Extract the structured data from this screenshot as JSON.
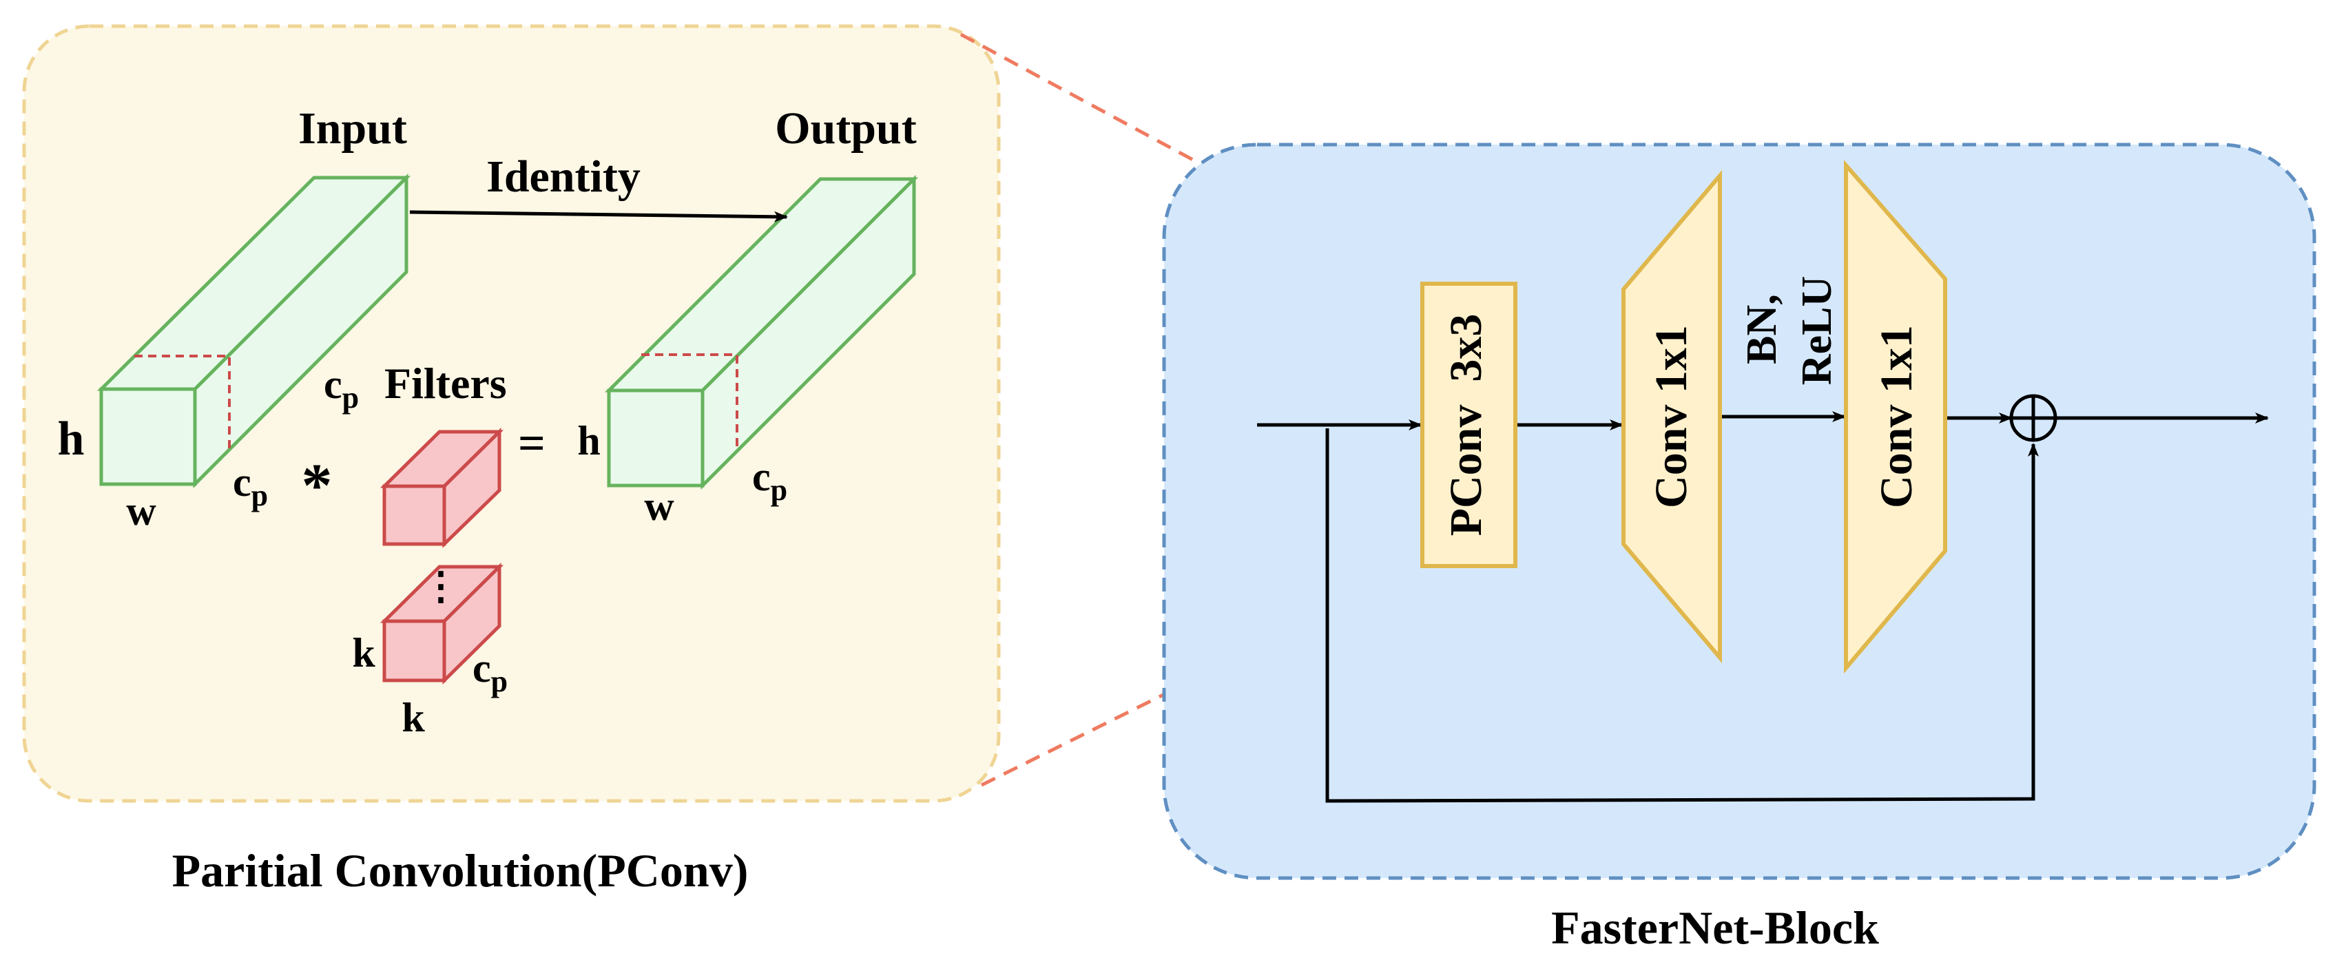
{
  "colors": {
    "left_panel_fill": "#fdf7e5",
    "left_panel_border": "#efd493",
    "right_panel_fill": "#d5e8fb",
    "right_panel_border": "#5f8fc2",
    "block_fill": "#fff1cc",
    "block_border": "#e0b74c",
    "tensor_fill": "#e9faec",
    "tensor_border": "#66b35e",
    "filter_fill": "#f8c6c8",
    "filter_border": "#cc4a4a",
    "zoom_line": "#ef7b60"
  },
  "pconv_panel": {
    "caption": "Paritial Convolution(PConv)",
    "input_label": "Input",
    "output_label": "Output",
    "identity_label": "Identity",
    "filters_label": "Filters",
    "h_label": "h",
    "w_label": "w",
    "cp_base": "c",
    "cp_sub": "p",
    "k_label": "k",
    "op_conv": "*",
    "op_eq": "=",
    "ellipsis": "⋮"
  },
  "block_panel": {
    "caption": "FasterNet-Block",
    "pconv_label": "PConv  3x3",
    "conv1_label": "Conv 1x1",
    "conv2_label": "Conv 1x1",
    "bn_label": "BN,",
    "relu_label": "ReLU",
    "add_symbol": "⊕"
  }
}
